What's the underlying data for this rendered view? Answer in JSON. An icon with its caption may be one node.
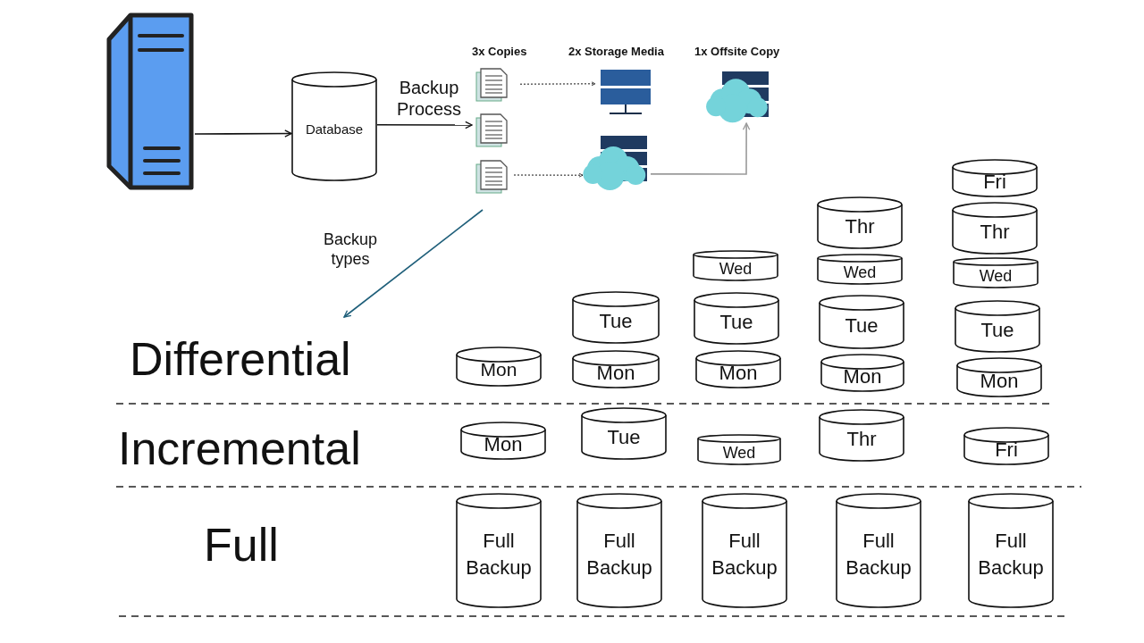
{
  "diagram": {
    "nodes": [
      {
        "text": [],
        "shape": "server"
      },
      {
        "text": [
          "Database"
        ]
      },
      {
        "text": [],
        "shape": "document"
      },
      {
        "text": [],
        "shape": "document"
      },
      {
        "text": [],
        "shape": "document"
      },
      {
        "text": [],
        "shape": "server"
      },
      {
        "text": [],
        "shape": "cloud"
      },
      {
        "text": [],
        "shape": "cloud"
      },
      {
        "text": [
          "Mon"
        ]
      },
      {
        "text": [
          "Tue"
        ]
      },
      {
        "text": [
          "Mon"
        ]
      },
      {
        "text": [
          "Wed"
        ]
      },
      {
        "text": [
          "Tue"
        ]
      },
      {
        "text": [
          "Mon"
        ]
      },
      {
        "text": [
          "Thr"
        ]
      },
      {
        "text": [
          "Wed"
        ]
      },
      {
        "text": [
          "Tue"
        ]
      },
      {
        "text": [
          "Mon"
        ]
      },
      {
        "text": [
          "Fri"
        ]
      },
      {
        "text": [
          "Thr"
        ]
      },
      {
        "text": [
          "Wed"
        ]
      },
      {
        "text": [
          "Tue"
        ]
      },
      {
        "text": [
          "Mon"
        ]
      },
      {
        "text": [
          "Mon"
        ]
      },
      {
        "text": [
          "Tue"
        ]
      },
      {
        "text": [
          "Wed"
        ]
      },
      {
        "text": [
          "Thr"
        ]
      },
      {
        "text": [
          "Fri"
        ]
      },
      {
        "text": [
          "Full Backup"
        ]
      },
      {
        "text": [
          "Full Backup"
        ]
      },
      {
        "text": [
          "Full Backup"
        ]
      },
      {
        "text": [
          "Full Backup"
        ]
      },
      {
        "text": [
          "Full Backup"
        ]
      }
    ],
    "edges": [
      {
        "from": 0,
        "to": 1,
        "arrow": "to"
      },
      {
        "from": 1,
        "to": 3,
        "arrow": "to",
        "label": "Backup Process"
      },
      {
        "from": 2,
        "to": 5,
        "arrow": "to",
        "style": "dashed"
      },
      {
        "from": 4,
        "to": 6,
        "arrow": "to",
        "style": "dashed"
      },
      {
        "from": 6,
        "to": 7,
        "arrow": "to",
        "color": "#9a9a9a"
      },
      {
        "from": 4,
        "to": null,
        "arrow": "to",
        "label": "Backup types",
        "color": "#1f5f7a"
      }
    ],
    "labels": [
      "3x Copies",
      "2x Storage Media",
      "1x Offsite Copy",
      "Differential",
      "Incremental",
      "Full"
    ]
  }
}
